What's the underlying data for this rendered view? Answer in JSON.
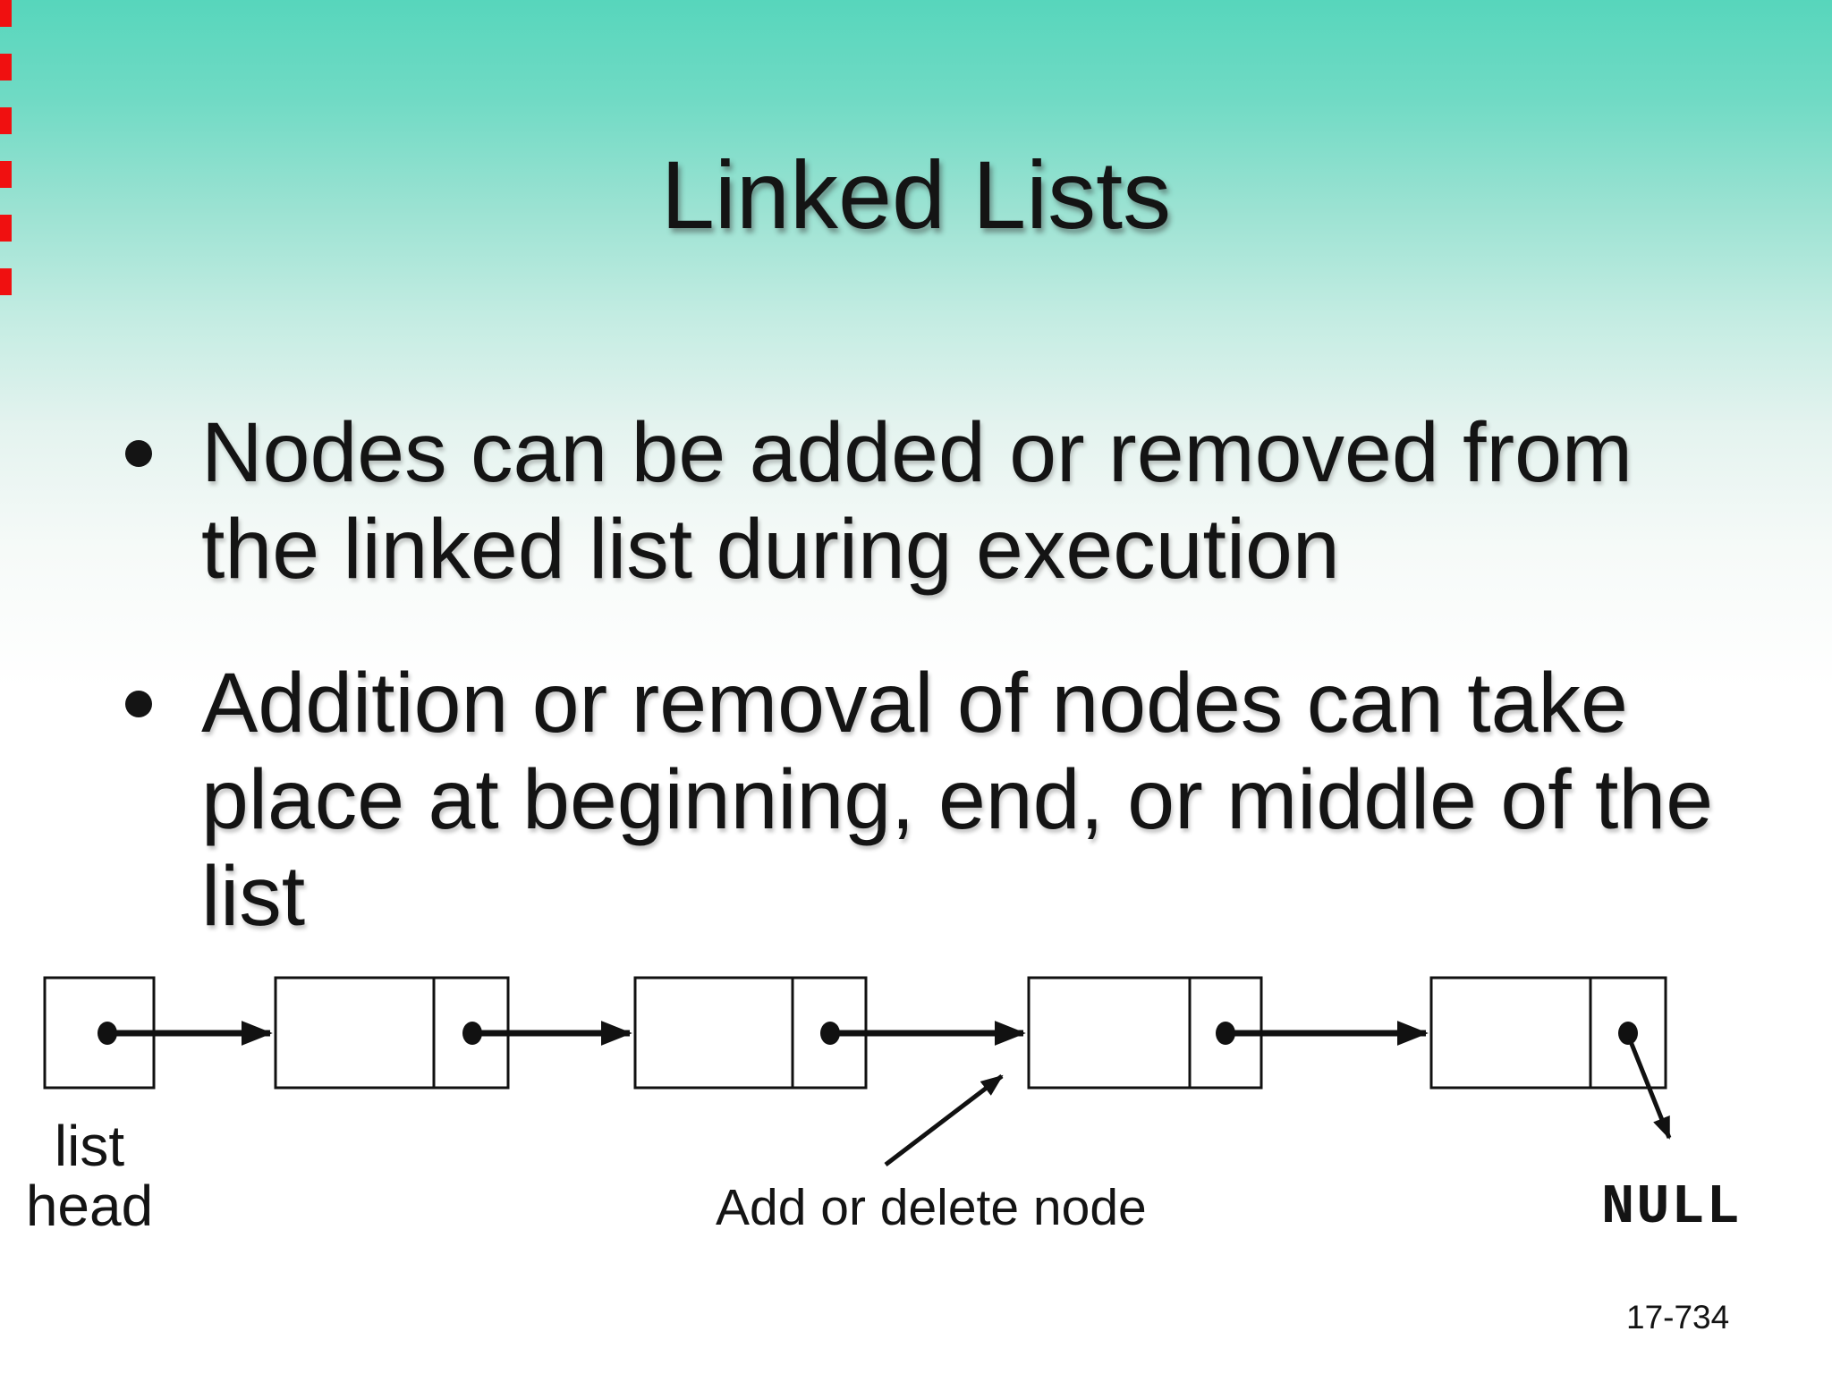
{
  "slide": {
    "title": "Linked Lists",
    "bullets": [
      {
        "text": "Nodes can be added or removed from\nthe linked list during execution"
      },
      {
        "text": "Addition or removal of nodes can take\nplace at beginning, end, or middle of the\nlist"
      }
    ],
    "page_number": "17-734"
  },
  "diagram": {
    "list_head_label": "list\nhead",
    "annotation_label": "Add or delete node",
    "null_label": "NULL",
    "node_count": 4,
    "icons": {
      "bullet_marker": "filled-circle",
      "pointer_dot": "filled-circle",
      "link_arrow": "arrow-right",
      "annotation_arrow": "arrow-up-right",
      "null_arrow": "arrow-down-right"
    }
  },
  "colors": {
    "background_top": "#57d6bc",
    "background_bottom": "#ffffff",
    "text": "#141414",
    "diagram_line": "#111111",
    "left_edge_marker": "#f01010"
  }
}
